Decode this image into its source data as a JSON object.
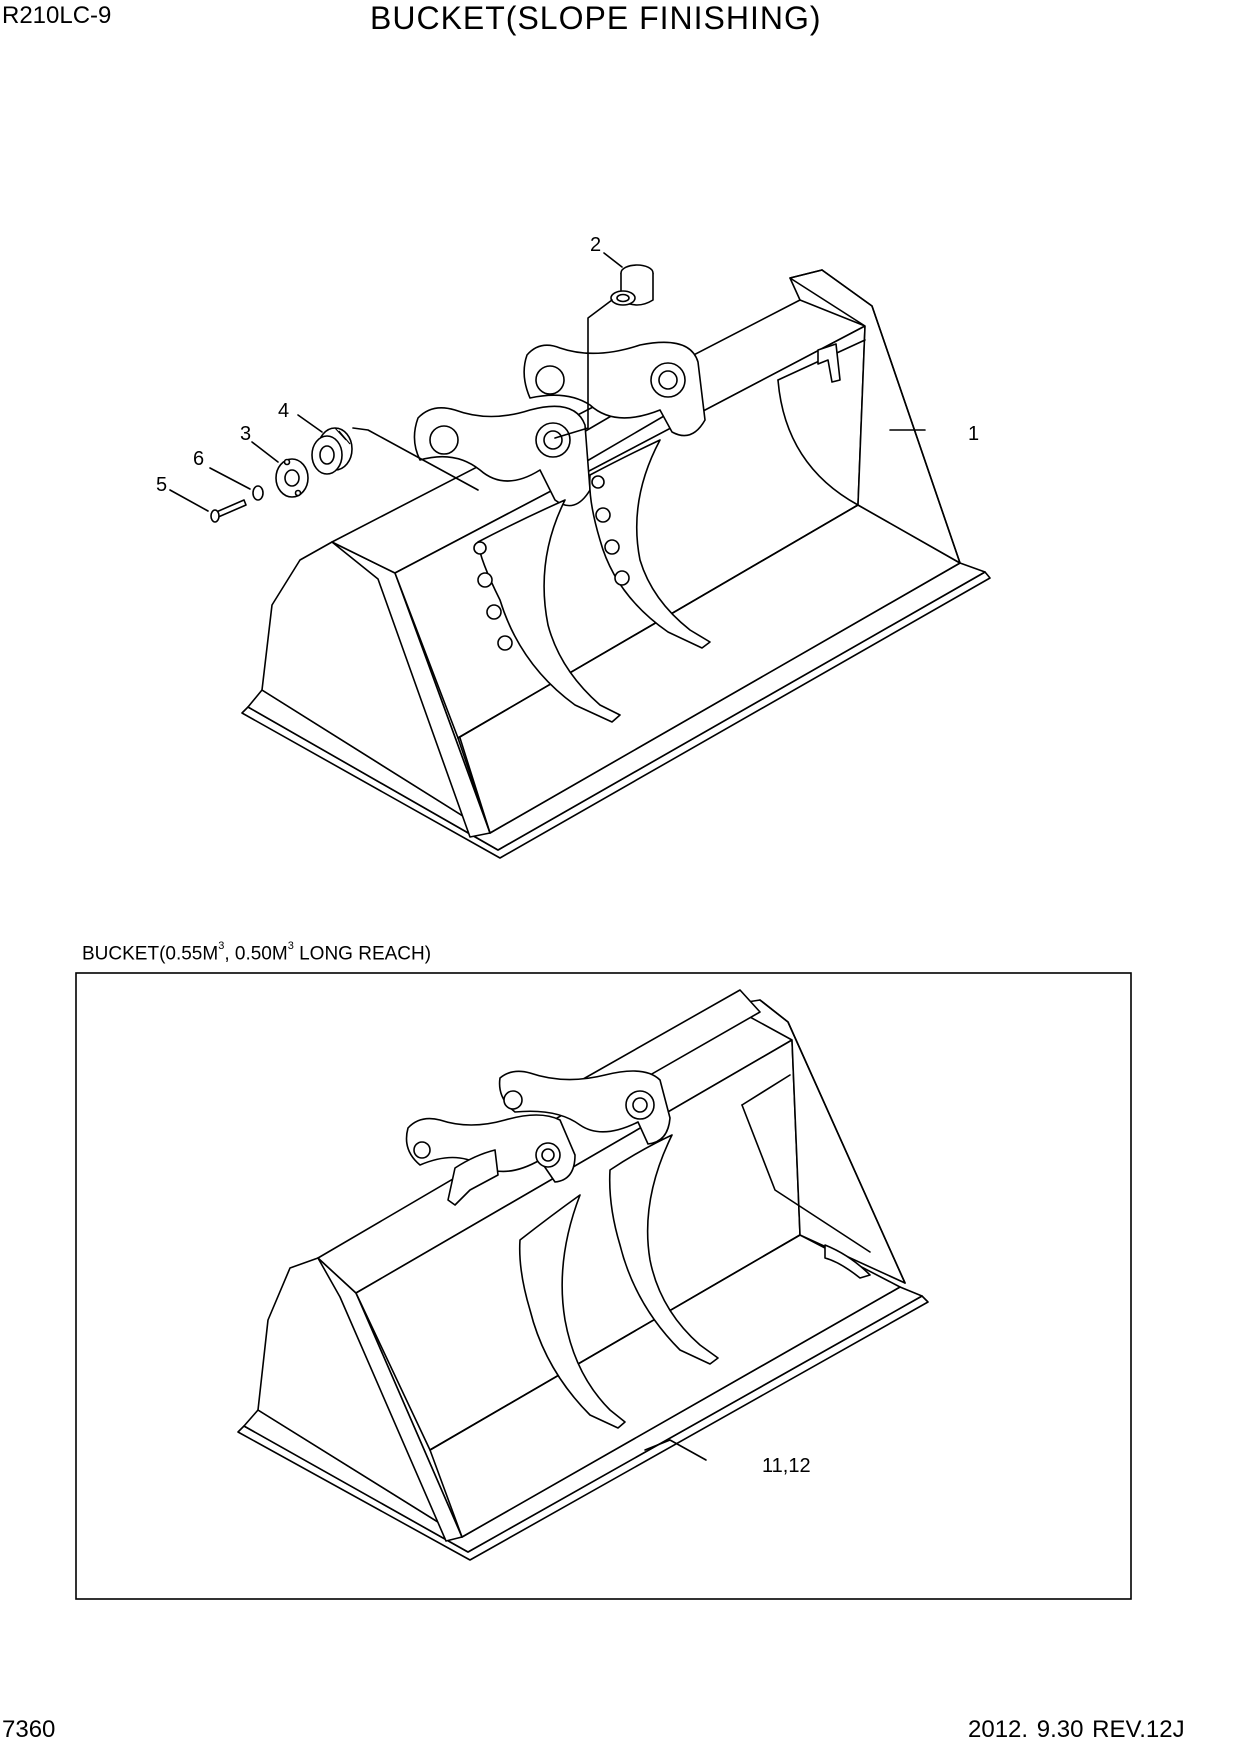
{
  "header": {
    "model": "R210LC-9",
    "title": "BUCKET(SLOPE FINISHING)"
  },
  "main_diagram": {
    "callouts": [
      "1",
      "2",
      "3",
      "4",
      "5",
      "6"
    ]
  },
  "inset": {
    "label_prefix": "BUCKET(0.55M",
    "sup1": "3",
    "label_mid": ", 0.50M",
    "sup2": "3",
    "label_suffix": " LONG REACH)",
    "callout": "11,12"
  },
  "footer": {
    "page_number": "7360",
    "date_rev": "2012. 9.30  REV.12J"
  }
}
